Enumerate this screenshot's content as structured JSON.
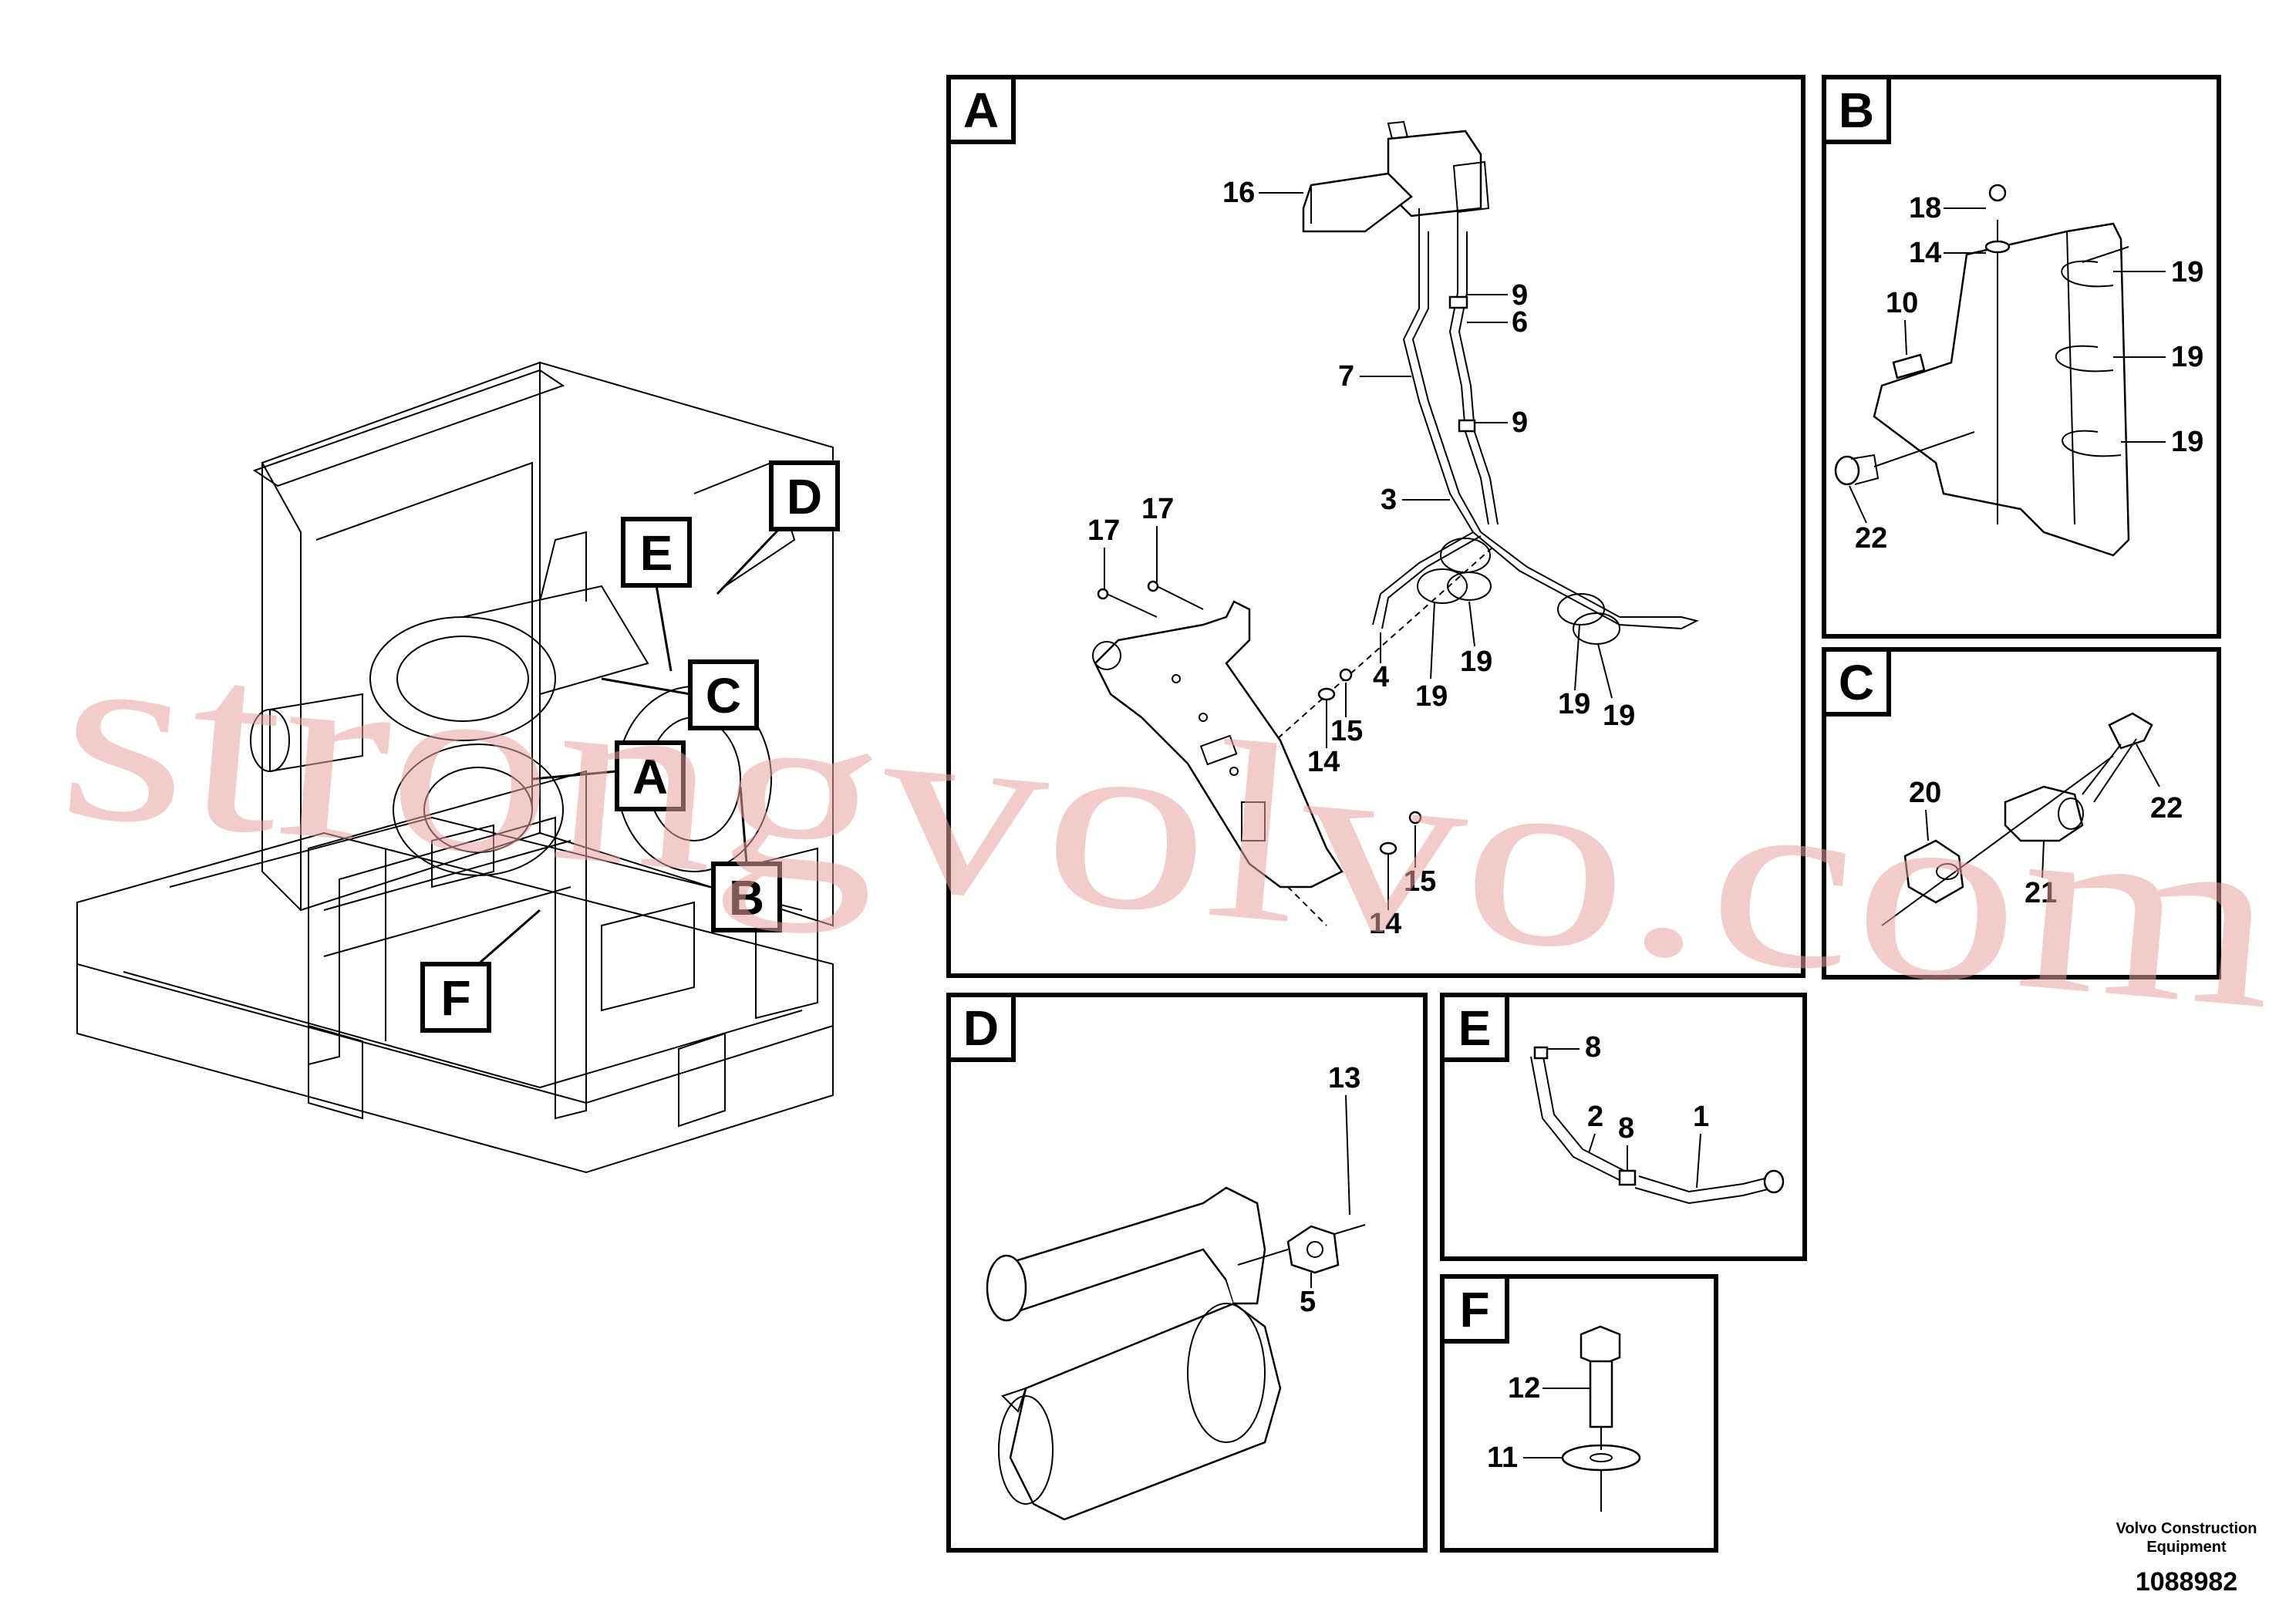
{
  "panels": {
    "A": {
      "letter": "A"
    },
    "B": {
      "letter": "B"
    },
    "C": {
      "letter": "C"
    },
    "D": {
      "letter": "D"
    },
    "E": {
      "letter": "E"
    },
    "F": {
      "letter": "F"
    }
  },
  "callouts": {
    "A": "A",
    "B": "B",
    "C": "C",
    "D": "D",
    "E": "E",
    "F": "F"
  },
  "labels": {
    "a16": "16",
    "a9a": "9",
    "a6": "6",
    "a7": "7",
    "a9b": "9",
    "a3": "3",
    "a17a": "17",
    "a17b": "17",
    "a4": "4",
    "a15a": "15",
    "a14a": "14",
    "a19a": "19",
    "a19b": "19",
    "a19c": "19",
    "a19d": "19",
    "a15b": "15",
    "a14b": "14",
    "b18": "18",
    "b14": "14",
    "b10": "10",
    "b19a": "19",
    "b19b": "19",
    "b19c": "19",
    "b22": "22",
    "c20": "20",
    "c22": "22",
    "c21": "21",
    "d13": "13",
    "d5": "5",
    "e8a": "8",
    "e2": "2",
    "e8b": "8",
    "e1": "1",
    "f12": "12",
    "f11": "11"
  },
  "watermark": "strongvolvo.com",
  "footer": {
    "brand_line1": "Volvo Construction",
    "brand_line2": "Equipment",
    "drawing_number": "1088982"
  }
}
